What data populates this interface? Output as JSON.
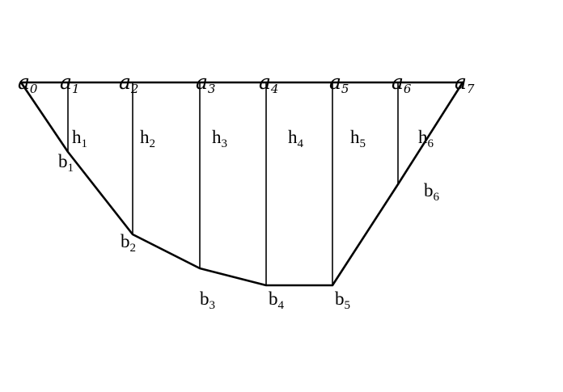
{
  "diagram": {
    "top_points": [
      {
        "name": "a",
        "sub": "0"
      },
      {
        "name": "a",
        "sub": "1"
      },
      {
        "name": "a",
        "sub": "2"
      },
      {
        "name": "a",
        "sub": "3"
      },
      {
        "name": "a",
        "sub": "4"
      },
      {
        "name": "a",
        "sub": "5"
      },
      {
        "name": "a",
        "sub": "6"
      },
      {
        "name": "a",
        "sub": "7"
      }
    ],
    "bottom_points": [
      {
        "name": "b",
        "sub": "1"
      },
      {
        "name": "b",
        "sub": "2"
      },
      {
        "name": "b",
        "sub": "3"
      },
      {
        "name": "b",
        "sub": "4"
      },
      {
        "name": "b",
        "sub": "5"
      },
      {
        "name": "b",
        "sub": "6"
      }
    ],
    "heights": [
      {
        "name": "h",
        "sub": "1"
      },
      {
        "name": "h",
        "sub": "2"
      },
      {
        "name": "h",
        "sub": "3"
      },
      {
        "name": "h",
        "sub": "4"
      },
      {
        "name": "h",
        "sub": "5"
      },
      {
        "name": "h",
        "sub": "6"
      }
    ],
    "colors": {
      "line": "#000000",
      "background": "#ffffff"
    }
  }
}
